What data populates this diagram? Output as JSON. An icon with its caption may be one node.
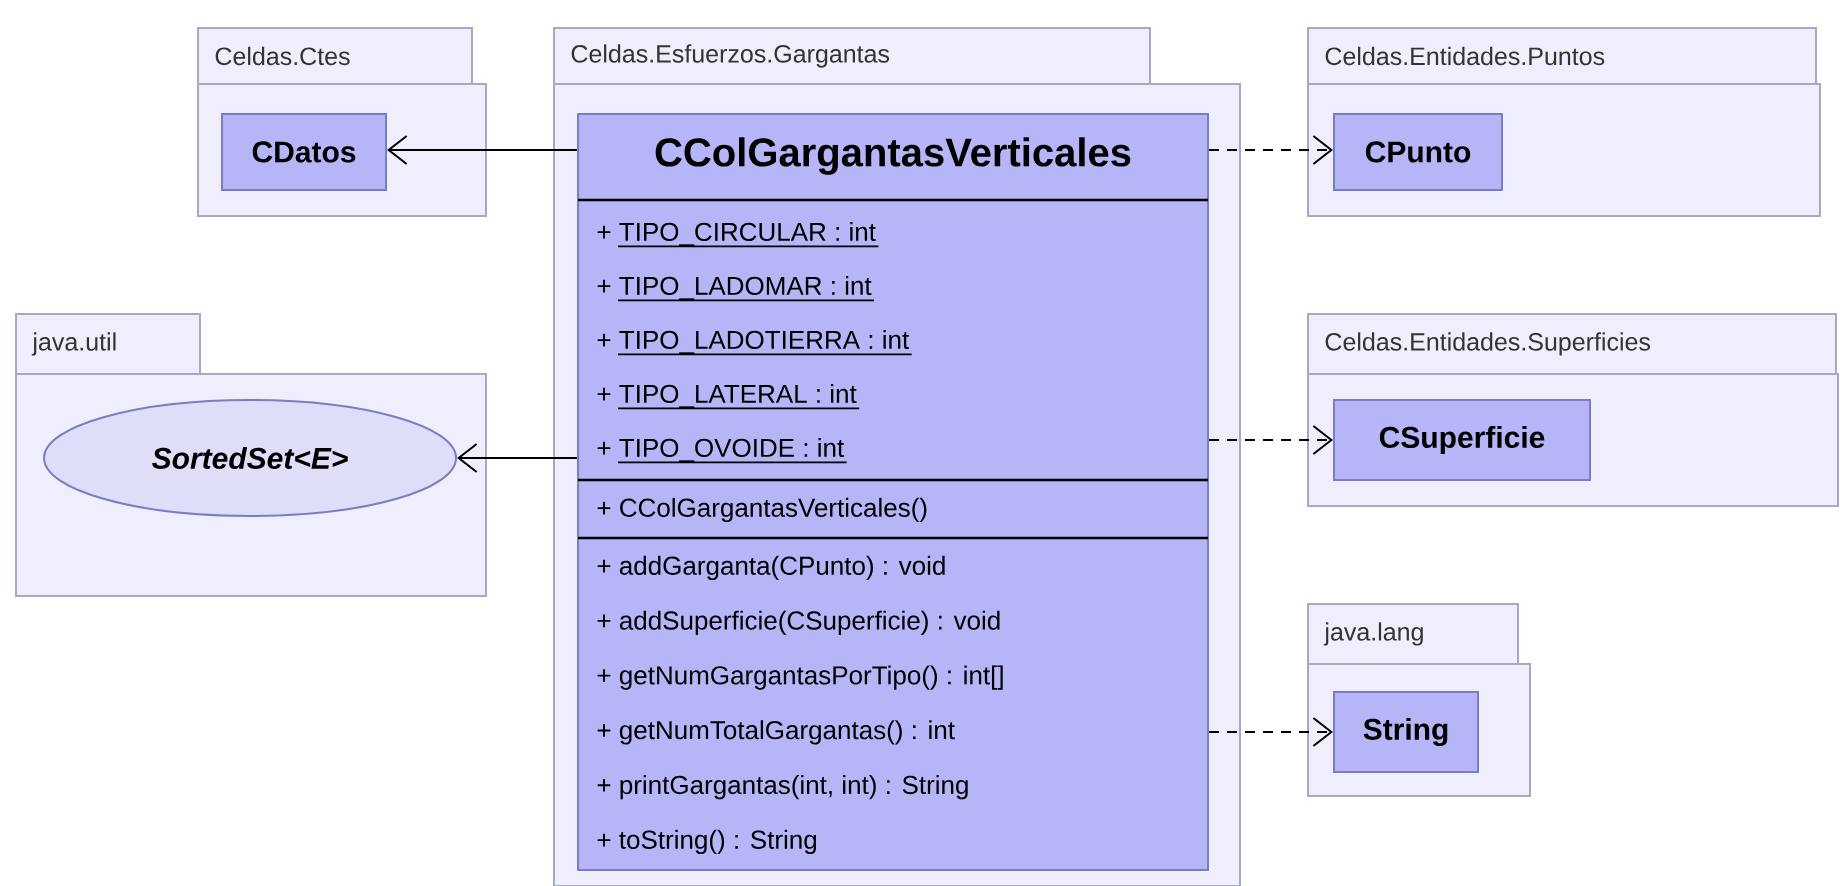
{
  "diagram": {
    "nodes": [
      {
        "text": [
          "Celdas.Ctes"
        ]
      },
      {
        "text": [
          "CDatos"
        ],
        "in": 0
      },
      {
        "text": [
          "Celdas.Esfuerzos.Gargantas"
        ]
      },
      {
        "text": [
          "CColGargantasVerticales",
          "+ TIPO_CIRCULAR : int",
          "+ TIPO_LADOMAR : int",
          "+ TIPO_LADOTIERRA : int",
          "+ TIPO_LATERAL : int",
          "+ TIPO_OVOIDE : int",
          "+ CColGargantasVerticales()",
          "+ addGarganta(CPunto) : void",
          "+ addSuperficie(CSuperficie) : void",
          "+ getNumGargantasPorTipo() : int[]",
          "+ getNumTotalGargantas() : int",
          "+ printGargantas(int, int) : String",
          "+ toString() : String"
        ],
        "in": 2
      },
      {
        "text": [
          "java.util"
        ]
      },
      {
        "text": [
          "SortedSet<E>"
        ],
        "in": 4
      },
      {
        "text": [
          "Celdas.Entidades.Puntos"
        ]
      },
      {
        "text": [
          "CPunto"
        ],
        "in": 6
      },
      {
        "text": [
          "Celdas.Entidades.Superficies"
        ]
      },
      {
        "text": [
          "CSuperficie"
        ],
        "in": 8
      },
      {
        "text": [
          "java.lang"
        ]
      },
      {
        "text": [
          "String"
        ],
        "in": 10
      }
    ],
    "edges": [
      {
        "from": 3,
        "to": 1,
        "arrow": "to"
      },
      {
        "from": 3,
        "to": 5,
        "arrow": "to"
      },
      {
        "from": 3,
        "to": 7,
        "arrow": "to",
        "style": "dashed"
      },
      {
        "from": 3,
        "to": 9,
        "arrow": "to",
        "style": "dashed"
      },
      {
        "from": 3,
        "to": 11,
        "arrow": "to",
        "style": "dashed"
      }
    ]
  }
}
